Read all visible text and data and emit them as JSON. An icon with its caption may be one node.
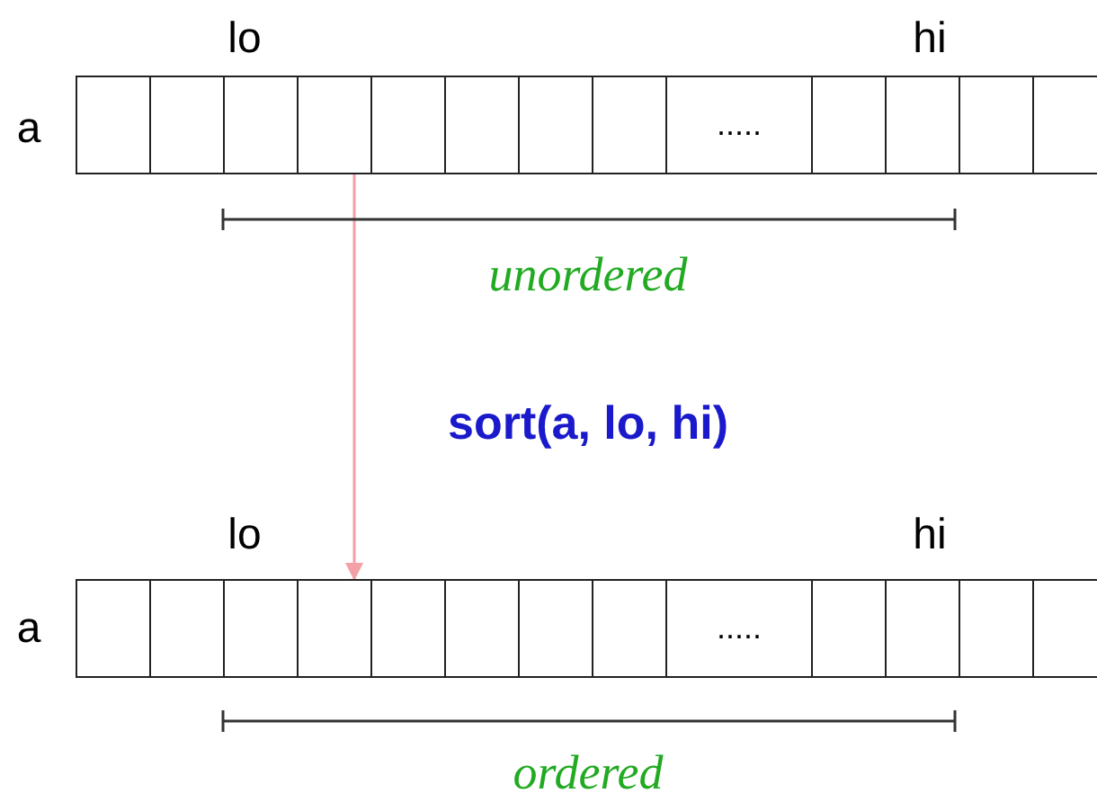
{
  "diagram": {
    "nodes": [
      {
        "text": [
          "....."
        ],
        "beside": [
          "a"
        ]
      },
      {
        "text": [
          "....."
        ],
        "beside": [
          "a"
        ]
      }
    ],
    "edges": [
      {
        "from": 0,
        "to": 1,
        "arrow": "to",
        "label": "sort(a, lo, hi)"
      }
    ],
    "labels": [
      "lo",
      "hi",
      "unordered",
      "lo",
      "hi",
      "ordered"
    ]
  }
}
